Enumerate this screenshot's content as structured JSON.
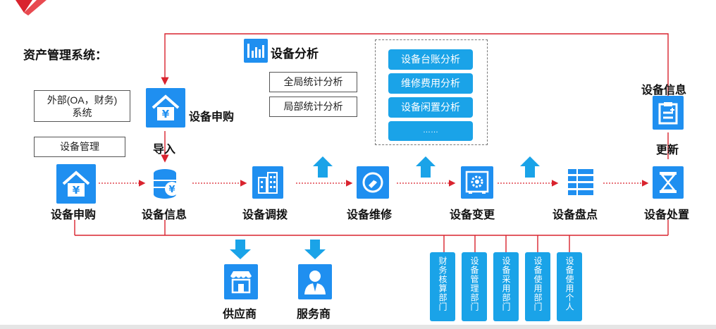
{
  "title": "资产管理系统：",
  "analysis": {
    "title": "设备分析",
    "global_label": "全局统计分析",
    "local_label": "局部统计分析",
    "items": [
      "设备台账分析",
      "维修费用分析",
      "设备闲置分析",
      "……"
    ]
  },
  "left_panel": {
    "external_label": "外部(OA，财务)\n系统",
    "device_mgmt_label": "设备管理",
    "purchase_label": "设备申购",
    "import_label": "导入"
  },
  "right_panel": {
    "info_label": "设备信息",
    "update_label": "更新"
  },
  "flow": [
    "设备申购",
    "设备信息",
    "设备调拨",
    "设备维修",
    "设备变更",
    "设备盘点",
    "设备处置"
  ],
  "parties": {
    "supplier": "供应商",
    "service": "服务商"
  },
  "departments": [
    "财务核算部门",
    "设备管理部门",
    "设备采用部门",
    "设备使用部门",
    "设备使用个人"
  ],
  "colors": {
    "accent": "#1f8ff0",
    "box_blue": "#1aa3e8",
    "line_red": "#d9232e"
  },
  "icons": {
    "analysis": "bar-chart-icon",
    "purchase": "house-yen-icon",
    "info": "database-yen-icon",
    "transfer": "buildings-icon",
    "repair": "wrench-icon",
    "change": "safe-gear-icon",
    "inventory": "list-icon",
    "disposal": "hourglass-icon",
    "info_update": "clipboard-plus-icon",
    "supplier": "storefront-icon",
    "service": "person-icon"
  }
}
